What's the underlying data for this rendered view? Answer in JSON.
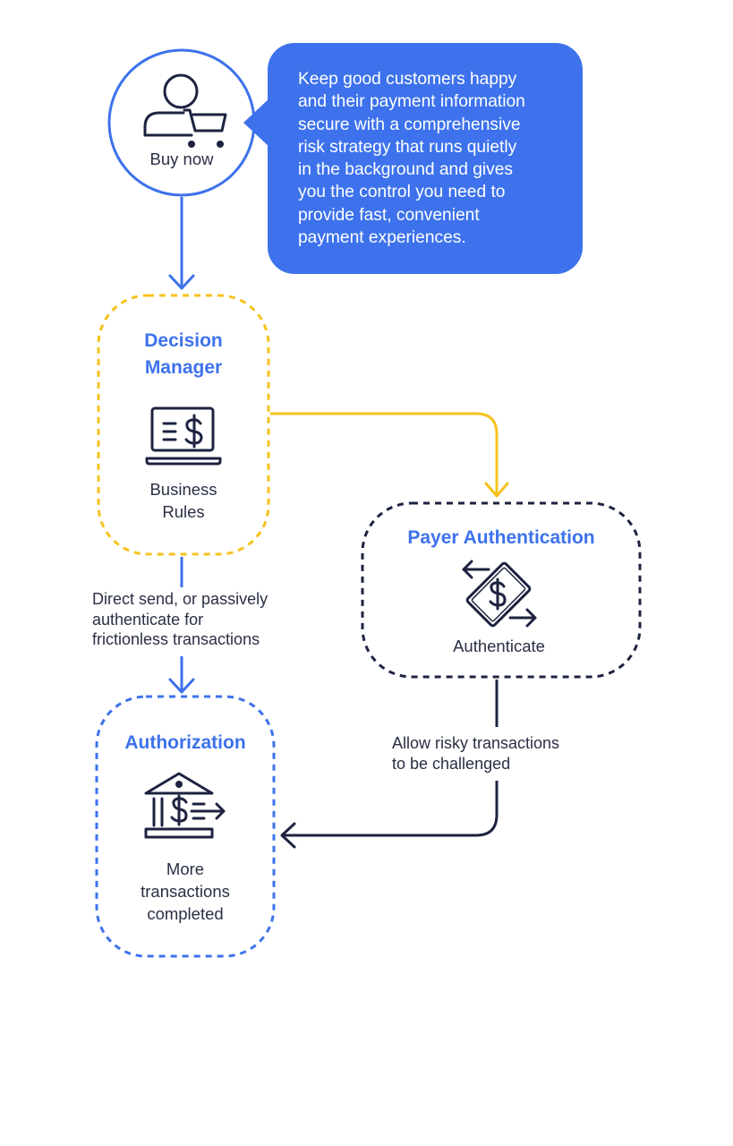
{
  "colors": {
    "blue": "#3d72ec",
    "yellow": "#f7c21e",
    "navy": "#1d2340",
    "text": "#2a2f45",
    "white": "#ffffff"
  },
  "start_node": {
    "label": "Buy now",
    "icon": "shopper-with-cart-icon"
  },
  "callout": {
    "lines": [
      "Keep good customers happy",
      "and their payment information",
      "secure with a comprehensive",
      "risk strategy that runs quietly",
      "in the background and gives",
      "you the control you need to",
      "provide fast, convenient",
      "payment experiences."
    ]
  },
  "decision_manager": {
    "title_lines": [
      "Decision",
      "Manager"
    ],
    "icon": "laptop-dollar-icon",
    "caption_lines": [
      "Business",
      "Rules"
    ]
  },
  "payer_authentication": {
    "title": "Payer Authentication",
    "icon": "banknote-exchange-icon",
    "caption": "Authenticate"
  },
  "authorization": {
    "title": "Authorization",
    "icon": "bank-dollar-arrow-icon",
    "caption_lines": [
      "More",
      "transactions",
      "completed"
    ]
  },
  "edges": {
    "direct_send_lines": [
      "Direct send, or passively",
      "authenticate for",
      "frictionless transactions"
    ],
    "challenge_lines": [
      "Allow risky transactions",
      "to be challenged"
    ]
  }
}
